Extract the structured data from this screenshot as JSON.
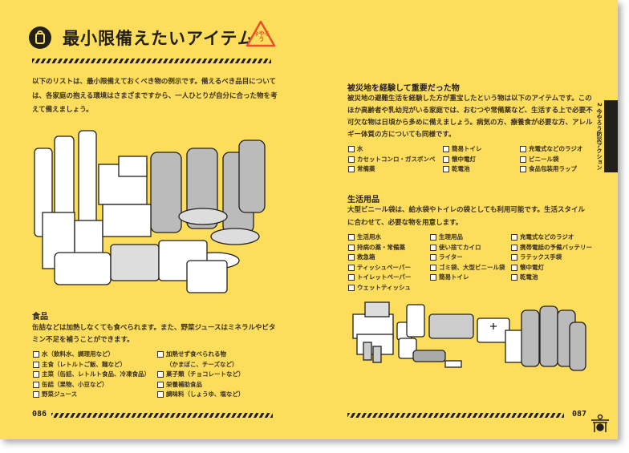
{
  "left_page": {
    "title": "最小限備えたいアイテム",
    "badge": "今やろう",
    "intro": "以下のリストは、最小限備えておくべき物の例示です。備えるべき品目については、各家庭の抱える環境はさまざまですから、一人ひとりが自分に合った物を考えて備えましょう。",
    "food": {
      "heading": "食品",
      "text": "缶詰などは加熱しなくても食べられます。また、野菜ジュースはミネラルやビタミン不足を補うことができます。",
      "col1": [
        "水（飲料水、調理用など）",
        "主食（レトルトご飯、麺など）",
        "主菜（缶詰、レトルト食品、冷凍食品）",
        "缶詰（果物、小豆など）",
        "野菜ジュース"
      ],
      "col2": [
        "加熱せず食べられる物",
        "（かまぼこ、チーズなど）",
        "菓子類（チョコレートなど）",
        "栄養補助食品",
        "調味料（しょうゆ、塩など）"
      ]
    },
    "page_number": "086"
  },
  "right_page": {
    "disaster": {
      "heading": "被災地を経験して重要だった物",
      "text": "被災地の避難生活を経験した方が重宝したという物は以下のアイテムです。このほか高齢者や乳幼児がいる家庭では、おむつや常備薬など、生活する上で必要不可欠な物は日頃から多めに備えましょう。病気の方、療養食が必要な方、アレルギー体質の方についても同様です。",
      "col1": [
        "水",
        "カセットコンロ・ガスボンベ",
        "常備薬"
      ],
      "col2": [
        "簡易トイレ",
        "懐中電灯",
        "乾電池"
      ],
      "col3": [
        "充電式などのラジオ",
        "ビニール袋",
        "食品包装用ラップ"
      ]
    },
    "daily": {
      "heading": "生活用品",
      "text": "大型ビニール袋は、給水袋やトイレの袋としても利用可能です。生活スタイルに合わせて、必要な物を用意します。",
      "col1": [
        "生活用水",
        "持病の薬・常備薬",
        "救急箱",
        "ティッシュペーパー",
        "トイレットペーパー",
        "ウェットティッシュ"
      ],
      "col2": [
        "生理用品",
        "使い捨てカイロ",
        "ライター",
        "ゴミ袋、大型ビニール袋",
        "簡易トイレ"
      ],
      "col3": [
        "充電式などのラジオ",
        "携帯電話の予備バッテリー",
        "ラテックス手袋",
        "懐中電灯",
        "乾電池"
      ]
    },
    "side_tab": "2 今やろう防災アクション",
    "page_number": "087"
  },
  "colors": {
    "page": "#fddd5c",
    "ink": "#231f1a",
    "accent": "#e8502a"
  }
}
